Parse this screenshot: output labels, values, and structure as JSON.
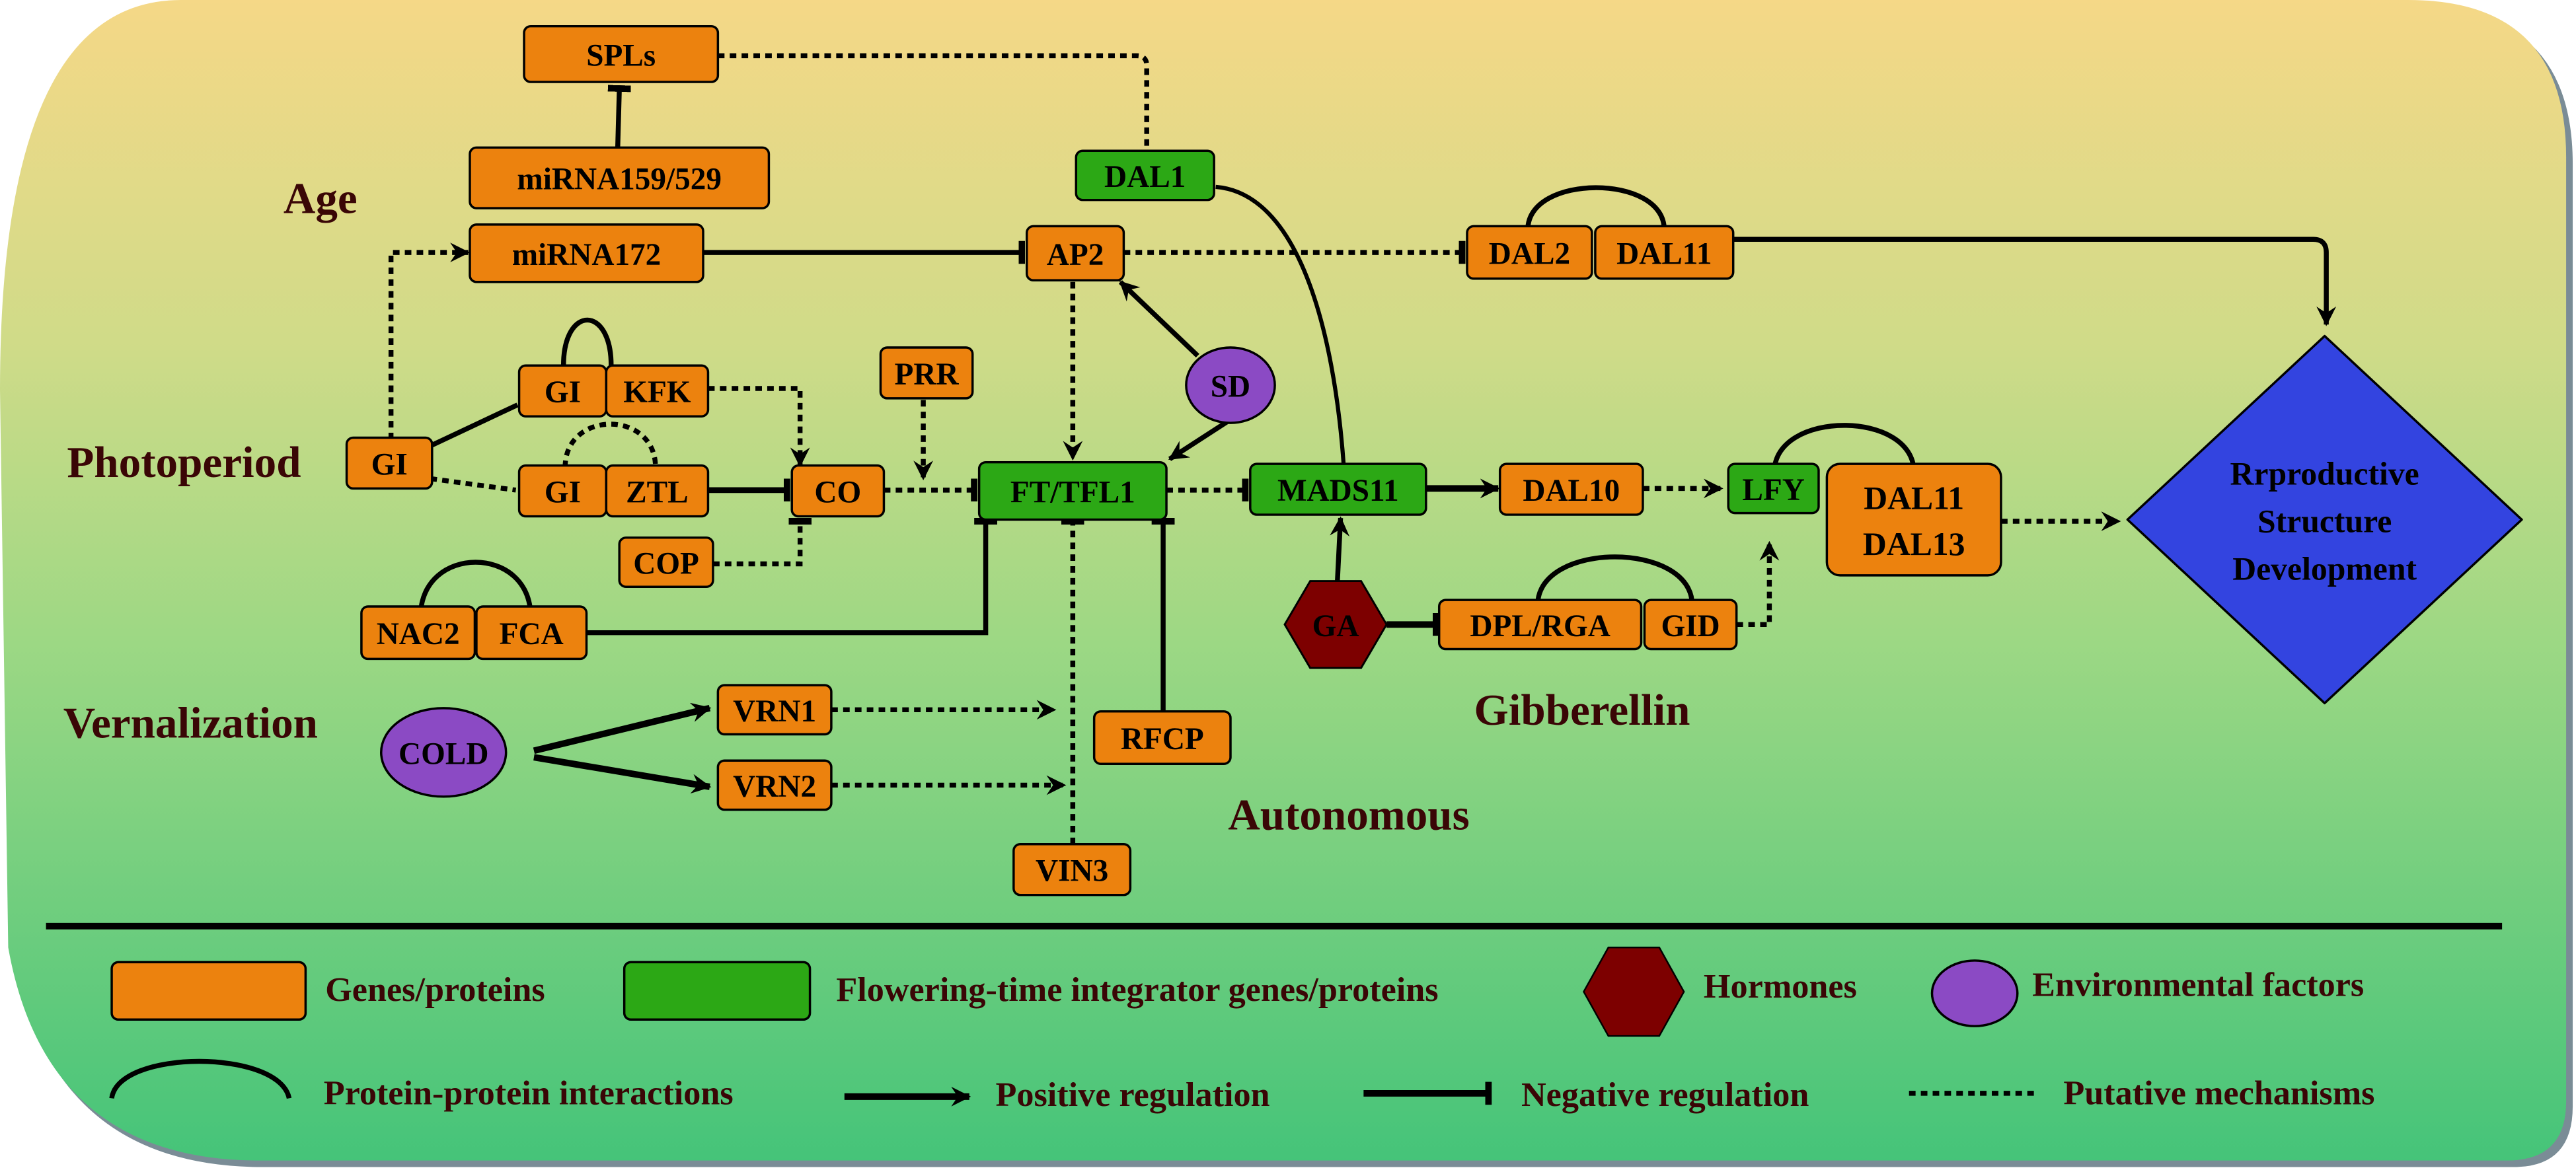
{
  "colors": {
    "gene": "#ec820e",
    "integrator": "#2ca815",
    "hormone": "#7d0000",
    "environment": "#8b4ac4",
    "output": "#3344e0",
    "label": "#3a0606",
    "background_top": "#f5d887",
    "background_bottom": "#45c479"
  },
  "pathways": {
    "age": "Age",
    "photoperiod": "Photoperiod",
    "vernalization": "Vernalization",
    "autonomous": "Autonomous",
    "gibberellin": "Gibberellin"
  },
  "nodes": {
    "spls": "SPLs",
    "mirna159": "miRNA159/529",
    "mirna172": "miRNA172",
    "dal1": "DAL1",
    "ap2": "AP2",
    "dal2": "DAL2",
    "dal11_top": "DAL11",
    "gi_root": "GI",
    "gi_kfk_gi": "GI",
    "kfk": "KFK",
    "gi_ztl_gi": "GI",
    "ztl": "ZTL",
    "co": "CO",
    "cop": "COP",
    "prr": "PRR",
    "sd": "SD",
    "ft_tfl1": "FT/TFL1",
    "mads11": "MADS11",
    "dal10": "DAL10",
    "lfy": "LFY",
    "dal11_13_line1": "DAL11",
    "dal11_13_line2": "DAL13",
    "nac2": "NAC2",
    "fca": "FCA",
    "ga": "GA",
    "dpl_rga": "DPL/RGA",
    "gid": "GID",
    "cold": "COLD",
    "vrn1": "VRN1",
    "vrn2": "VRN2",
    "rfcp": "RFCP",
    "vin3": "VIN3",
    "output_line1": "Rrproductive",
    "output_line2": "Structure",
    "output_line3": "Development"
  },
  "legend": {
    "genes": "Genes/proteins",
    "integrators": "Flowering-time integrator genes/proteins",
    "hormones": "Hormones",
    "environment": "Environmental factors",
    "ppi": "Protein-protein interactions",
    "positive": "Positive regulation",
    "negative": "Negative regulation",
    "putative": "Putative mechanisms"
  }
}
